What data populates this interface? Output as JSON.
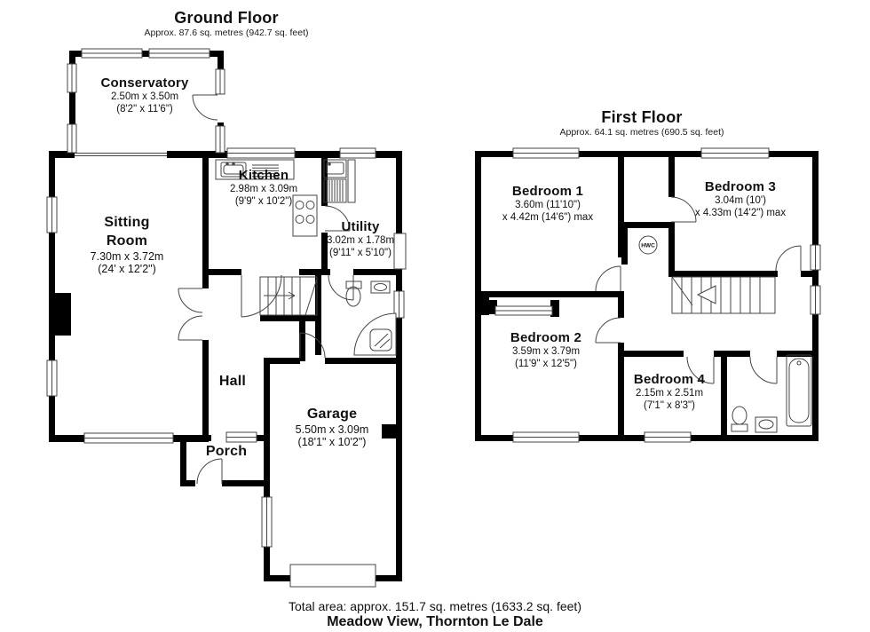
{
  "colors": {
    "wall": "#000000",
    "fixture_line": "#444444",
    "background": "#ffffff",
    "text": "#111111"
  },
  "ground_floor": {
    "title": "Ground Floor",
    "subtitle": "Approx. 87.6 sq. metres (942.7 sq. feet)",
    "rooms": {
      "conservatory": {
        "name": "Conservatory",
        "dim_line1": "2.50m x 3.50m",
        "dim_line2": "(8'2\" x 11'6\")"
      },
      "kitchen": {
        "name": "Kitchen",
        "dim_line1": "2.98m x 3.09m",
        "dim_line2": "(9'9\" x 10'2\")"
      },
      "sitting_room": {
        "name_line1": "Sitting",
        "name_line2": "Room",
        "dim_line1": "7.30m x 3.72m",
        "dim_line2": "(24' x 12'2\")"
      },
      "utility": {
        "name": "Utility",
        "dim_line1": "3.02m x 1.78m",
        "dim_line2": "(9'11\" x 5'10\")"
      },
      "hall": {
        "name": "Hall"
      },
      "porch": {
        "name": "Porch"
      },
      "garage": {
        "name": "Garage",
        "dim_line1": "5.50m x 3.09m",
        "dim_line2": "(18'1\" x 10'2\")"
      }
    }
  },
  "first_floor": {
    "title": "First Floor",
    "subtitle": "Approx. 64.1 sq. metres (690.5 sq. feet)",
    "rooms": {
      "bedroom_1": {
        "name": "Bedroom 1",
        "dim_line1": "3.60m (11'10\")",
        "dim_line2": "x 4.42m (14'6\") max"
      },
      "bedroom_2": {
        "name": "Bedroom 2",
        "dim_line1": "3.59m x 3.79m",
        "dim_line2": "(11'9\" x 12'5\")"
      },
      "bedroom_3": {
        "name": "Bedroom 3",
        "dim_line1": "3.04m (10')",
        "dim_line2": "x 4.33m (14'2\") max"
      },
      "bedroom_4": {
        "name": "Bedroom 4",
        "dim_line1": "2.15m x 2.51m",
        "dim_line2": "(7'1\" x 8'3\")"
      },
      "hwc": {
        "label": "HWC"
      }
    }
  },
  "footer": {
    "total_area": "Total area: approx. 151.7 sq. metres (1633.2 sq. feet)",
    "address": "Meadow View, Thornton Le Dale"
  }
}
